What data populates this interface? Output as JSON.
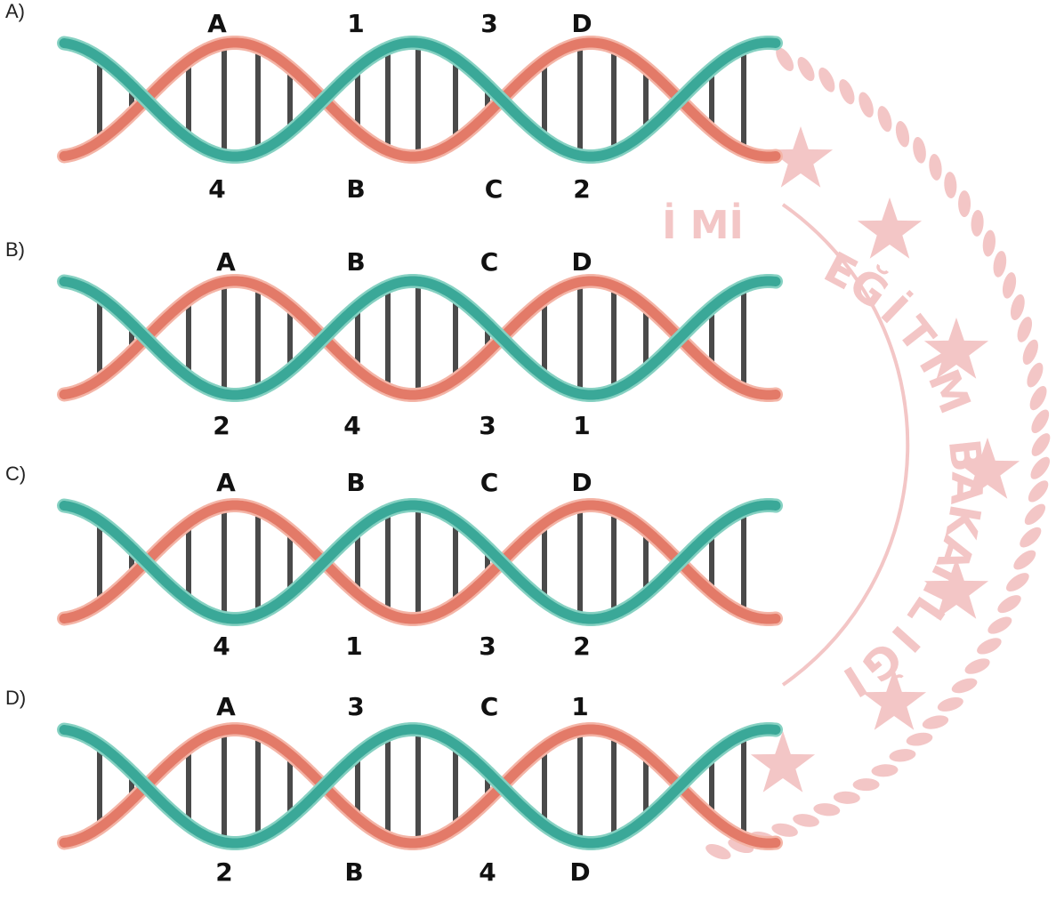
{
  "watermark": {
    "color": "#f3c6c6",
    "ring_text": [
      "E",
      "Ğ",
      "İ",
      "T",
      "İ",
      "M",
      " ",
      "B",
      "A",
      "K",
      "A",
      "N",
      "L",
      "I",
      "Ğ",
      "I"
    ],
    "top_text": "İ  Mİ"
  },
  "colors": {
    "teal": "#3aa898",
    "teal_light": "#86d1c2",
    "red": "#e37a68",
    "red_light": "#f4b5a7",
    "rung": "#4a4a4a"
  },
  "options": [
    {
      "letter": "A)",
      "top": [
        "A",
        "1",
        "3",
        "D"
      ],
      "bottom": [
        "4",
        "B",
        "C",
        "2"
      ]
    },
    {
      "letter": "B)",
      "top": [
        "A",
        "B",
        "C",
        "D"
      ],
      "bottom": [
        "2",
        "4",
        "3",
        "1"
      ]
    },
    {
      "letter": "C)",
      "top": [
        "A",
        "B",
        "C",
        "D"
      ],
      "bottom": [
        "4",
        "1",
        "3",
        "2"
      ]
    },
    {
      "letter": "D)",
      "top": [
        "A",
        "3",
        "C",
        "1"
      ],
      "bottom": [
        "2",
        "B",
        "4",
        "D"
      ]
    }
  ]
}
